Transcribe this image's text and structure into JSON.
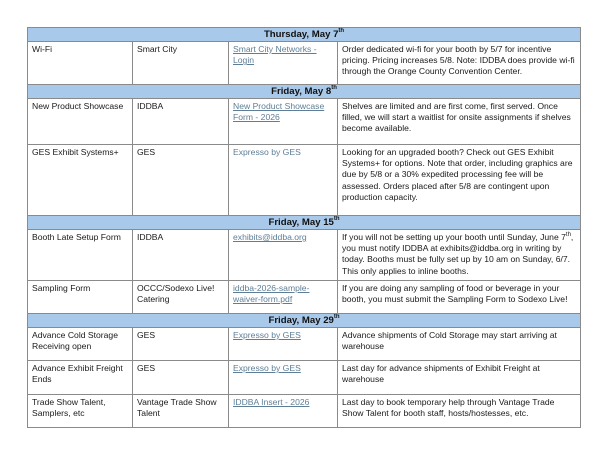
{
  "sections": [
    {
      "day": "Thursday, May 7",
      "sup": "th",
      "rows": [
        {
          "item": "Wi-Fi",
          "vendor": "Smart City",
          "link": "Smart City Networks - Login",
          "details": "Order dedicated wi-fi for your booth by 5/7 for incentive pricing. Pricing increases 5/8. Note: IDDBA does provide wi-fi through the Orange County Convention Center."
        }
      ]
    },
    {
      "day": "Friday, May 8",
      "sup": "th",
      "rows": [
        {
          "item": "New Product Showcase",
          "vendor": "IDDBA",
          "link": "New Product Showcase Form - 2026",
          "details": "Shelves are limited and are first come, first served. Once filled, we will start a waitlist for onsite assignments if shelves become available."
        },
        {
          "item": "GES Exhibit Systems+",
          "vendor": "GES",
          "link": "Expresso by GES",
          "details": "Looking for an upgraded booth? Check out GES Exhibit Systems+ for options. Note that order, including graphics are due by 5/8 or a 30% expedited processing fee will be assessed. Orders placed after 5/8 are contingent upon production capacity."
        }
      ]
    },
    {
      "day": "Friday, May 15",
      "sup": "th",
      "rows": [
        {
          "item": "Booth Late Setup Form",
          "vendor": "IDDBA",
          "link": "exhibits@iddba.org",
          "details_pre": "If you will not be setting up your booth until Sunday, June 7",
          "details_sup": "th",
          "details_post": ", you must notify IDDBA at exhibits@iddba.org  in writing by today. Booths must be fully set up by 10 am on Sunday, 6/7. This only applies to inline booths."
        },
        {
          "item": "Sampling Form",
          "vendor": "OCCC/Sodexo Live! Catering",
          "link": "iddba-2026-sample-waiver-form.pdf",
          "details": "If you are doing any sampling of food or beverage in your booth, you must submit the Sampling Form to Sodexo Live!"
        }
      ]
    },
    {
      "day": "Friday, May 29",
      "sup": "th",
      "rows": [
        {
          "item": "Advance Cold Storage Receiving open",
          "vendor": "GES",
          "link": "Expresso by GES",
          "details": "Advance shipments of Cold Storage may start arriving at warehouse"
        },
        {
          "item": "Advance Exhibit Freight Ends",
          "vendor": "GES",
          "link": "Expresso by GES",
          "details": "Last day for advance shipments of Exhibit Freight at warehouse"
        },
        {
          "item": "Trade Show Talent, Samplers, etc",
          "vendor": "Vantage Trade Show Talent",
          "link": "IDDBA Insert - 2026",
          "details": "Last day to book temporary help through Vantage Trade Show Talent for booth staff, hosts/hostesses, etc."
        }
      ]
    }
  ],
  "colors": {
    "day_header_bg": "#a9c9ea",
    "link": "#5d7e96",
    "border": "#8a8a8a"
  }
}
